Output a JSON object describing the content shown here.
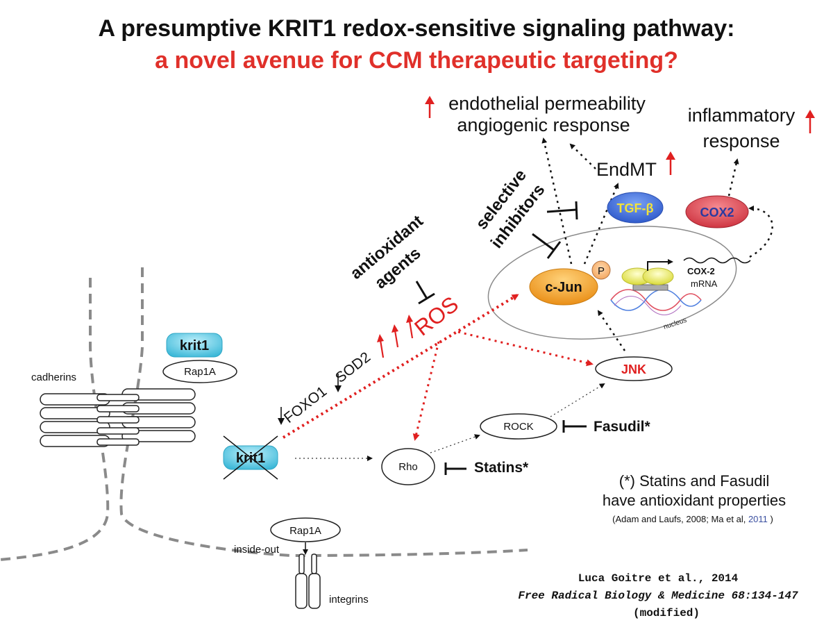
{
  "title": {
    "line1": "A presumptive KRIT1 redox-sensitive signaling pathway:",
    "line2": "a novel avenue for CCM therapeutic targeting?"
  },
  "outcomes": {
    "perm_line1": "endothelial permeability",
    "perm_line2": "angiogenic response",
    "inflam_line1": "inflammatory",
    "inflam_line2": "response",
    "endmt": "EndMT"
  },
  "nodes": {
    "tgf": "TGF-β",
    "cox2": "COX2",
    "cjun": "c-Jun",
    "phospho": "P",
    "cox2_mrna_line1": "COX-2",
    "cox2_mrna_line2": "mRNA",
    "nucleus": "nucleus",
    "jnk": "JNK",
    "rock": "ROCK",
    "rho": "Rho",
    "ros": "ROS",
    "foxo1": "FOXO1",
    "sod2": "SOD2",
    "krit1_top": "krit1",
    "rap1a_top": "Rap1A",
    "krit1_bottom": "krit1",
    "rap1a_bottom": "Rap1A",
    "cadherins": "cadherins",
    "inside_out": "inside-out",
    "integrins": "integrins"
  },
  "inhibitors": {
    "selective_line1": "selective",
    "selective_line2": "inhibitors",
    "antioxidant_line1": "antioxidant",
    "antioxidant_line2": "agents",
    "fasudil": "Fasudil*",
    "statins": "Statins*"
  },
  "note": {
    "line1": "(*) Statins and Fasudil",
    "line2": "have antioxidant properties",
    "ref_prefix": "(Adam and Laufs, 2008; Ma et al, ",
    "ref_year": "2011",
    "ref_suffix": " )"
  },
  "citation": {
    "line1": "Luca Goitre et al., 2014",
    "line2": "Free Radical Biology & Medicine 68:134-147",
    "line3": "(modified)"
  },
  "colors": {
    "title_black": "#111111",
    "title_red": "#e0302a",
    "arrow_red": "#e02020",
    "krit1_cyan": "#5fd0ea",
    "tgf_blue": "#3e6fe0",
    "tgf_text": "#f2e23a",
    "cox2_red": "#e04a55",
    "cjun_orange": "#f2a020",
    "membrane_gray": "#8a8a8a"
  }
}
